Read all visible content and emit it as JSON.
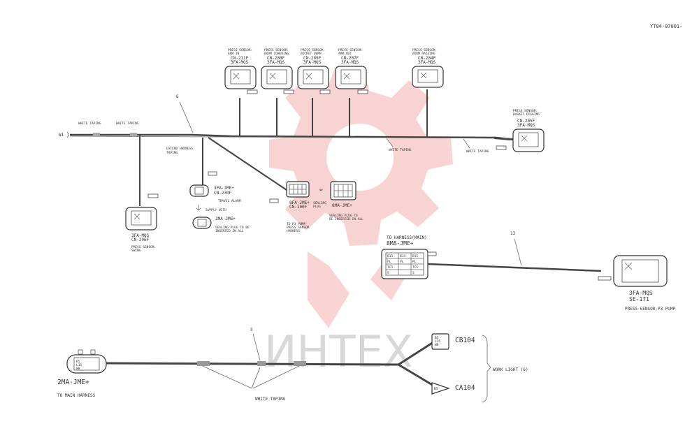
{
  "doc_code": "YT04-07001-",
  "watermark": "ИНТЕХ",
  "top_harness": {
    "left_end_label": "W1",
    "branch_number_6": "6",
    "white_taping": "WHITE TAPING",
    "extend_harness_taping": [
      "EXTEND HARNESS",
      "TAPING"
    ],
    "sensors_top": [
      {
        "title": [
          "PRESS SENSOR:",
          "ARM IN"
        ],
        "cn": "CN-211F",
        "type": "3FA-MQS"
      },
      {
        "title": [
          "PRESS SENSOR:",
          "BOOM LOWERING"
        ],
        "cn": "CN-208F",
        "type": "3FA-MQS"
      },
      {
        "title": [
          "PRESS SENSOR:",
          "BUCKET DUMP"
        ],
        "cn": "CN-209F",
        "type": "3FA-MQS"
      },
      {
        "title": [
          "PRESS SENSOR:",
          "ARM OUT"
        ],
        "cn": "CN-207F",
        "type": "3FA-MQS"
      },
      {
        "title": [
          "PRESS SENSOR:",
          "BOOM RAISING"
        ],
        "cn": "CN-204F",
        "type": "3FA-MQS"
      }
    ],
    "sensor_right": {
      "title": [
        "PRESS SENSOR:",
        "BASKET DIGGING"
      ],
      "cn": "CN-205F",
      "type": "3FA-MQS"
    },
    "sensor_left_low": {
      "type": "3FA-MQS",
      "cn": "CN-206F",
      "caption": [
        "PRESS SENSOR:",
        "SWING"
      ]
    },
    "travel_alarm": {
      "type": "3FA-JME+",
      "cn": "CN-230F",
      "label": "TRAVEL ALARM",
      "supply": "SUPPLY WITH",
      "mate": "2MA-JME+",
      "seal_note": [
        "SEALING PLUG TO BE",
        "INSERTED IN ALL"
      ]
    },
    "center_conn": {
      "type": "8FA-JME+",
      "cn": "CN-100F",
      "seal": [
        "SEALING",
        "PLUG"
      ],
      "note": [
        "TO P3 PUMP",
        "PRESS SENSOR",
        "HARNESS"
      ],
      "mate": "8MA-JME+",
      "mate_note": [
        "SEALING PLUG TO",
        "BE INSERTED IN ALL"
      ]
    }
  },
  "p3_section": {
    "harness_label": "TO HARNESS(MAIN)",
    "conn_type": "8MA-JME+",
    "branch_number": "13",
    "sensor_type": "3FA-MQS",
    "sensor_id": "SE-171",
    "caption": "PRESS SENSOR-P3 PUMP",
    "pins": [
      "B15",
      "B14",
      "B15",
      "PL",
      "PL",
      "PL",
      "TC5",
      "S",
      "TC5",
      "S"
    ]
  },
  "worklight": {
    "left_conn": "2MA-JME+",
    "left_caption": "TO MAIN HARNESS",
    "branch_number": "5",
    "taping": "WHITE TAPING",
    "upper": "CB104",
    "lower": "CA104",
    "group": "WORK LIGHT (6)",
    "pins": [
      "B5",
      "L15",
      "W8"
    ]
  }
}
